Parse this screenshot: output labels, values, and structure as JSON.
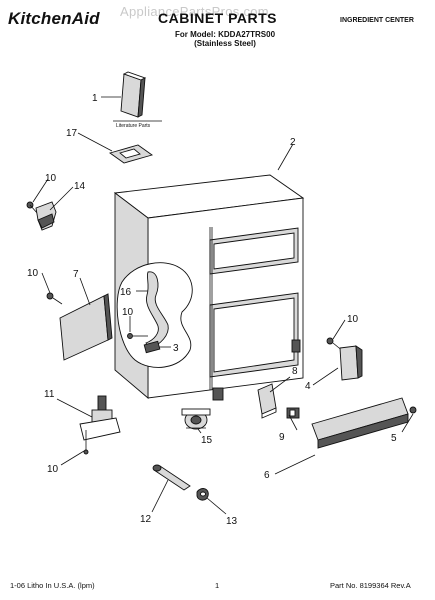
{
  "header": {
    "brand": "KitchenAid",
    "title": "CABINET PARTS",
    "watermark": "AppliancePartsPros.com",
    "model_line": "For Model: KDDA27TRS00",
    "model_sub": "(Stainless Steel)",
    "category": "INGREDIENT CENTER"
  },
  "diagram": {
    "literature_label": "Literature Parts",
    "callouts": [
      "1",
      "2",
      "3",
      "4",
      "5",
      "6",
      "7",
      "8",
      "9",
      "10",
      "10",
      "10",
      "10",
      "10",
      "11",
      "12",
      "13",
      "14",
      "15",
      "16",
      "17"
    ]
  },
  "footer": {
    "left": "1-06 Litho In U.S.A. (lpm)",
    "page": "1",
    "right": "Part No. 8199364 Rev.A"
  }
}
